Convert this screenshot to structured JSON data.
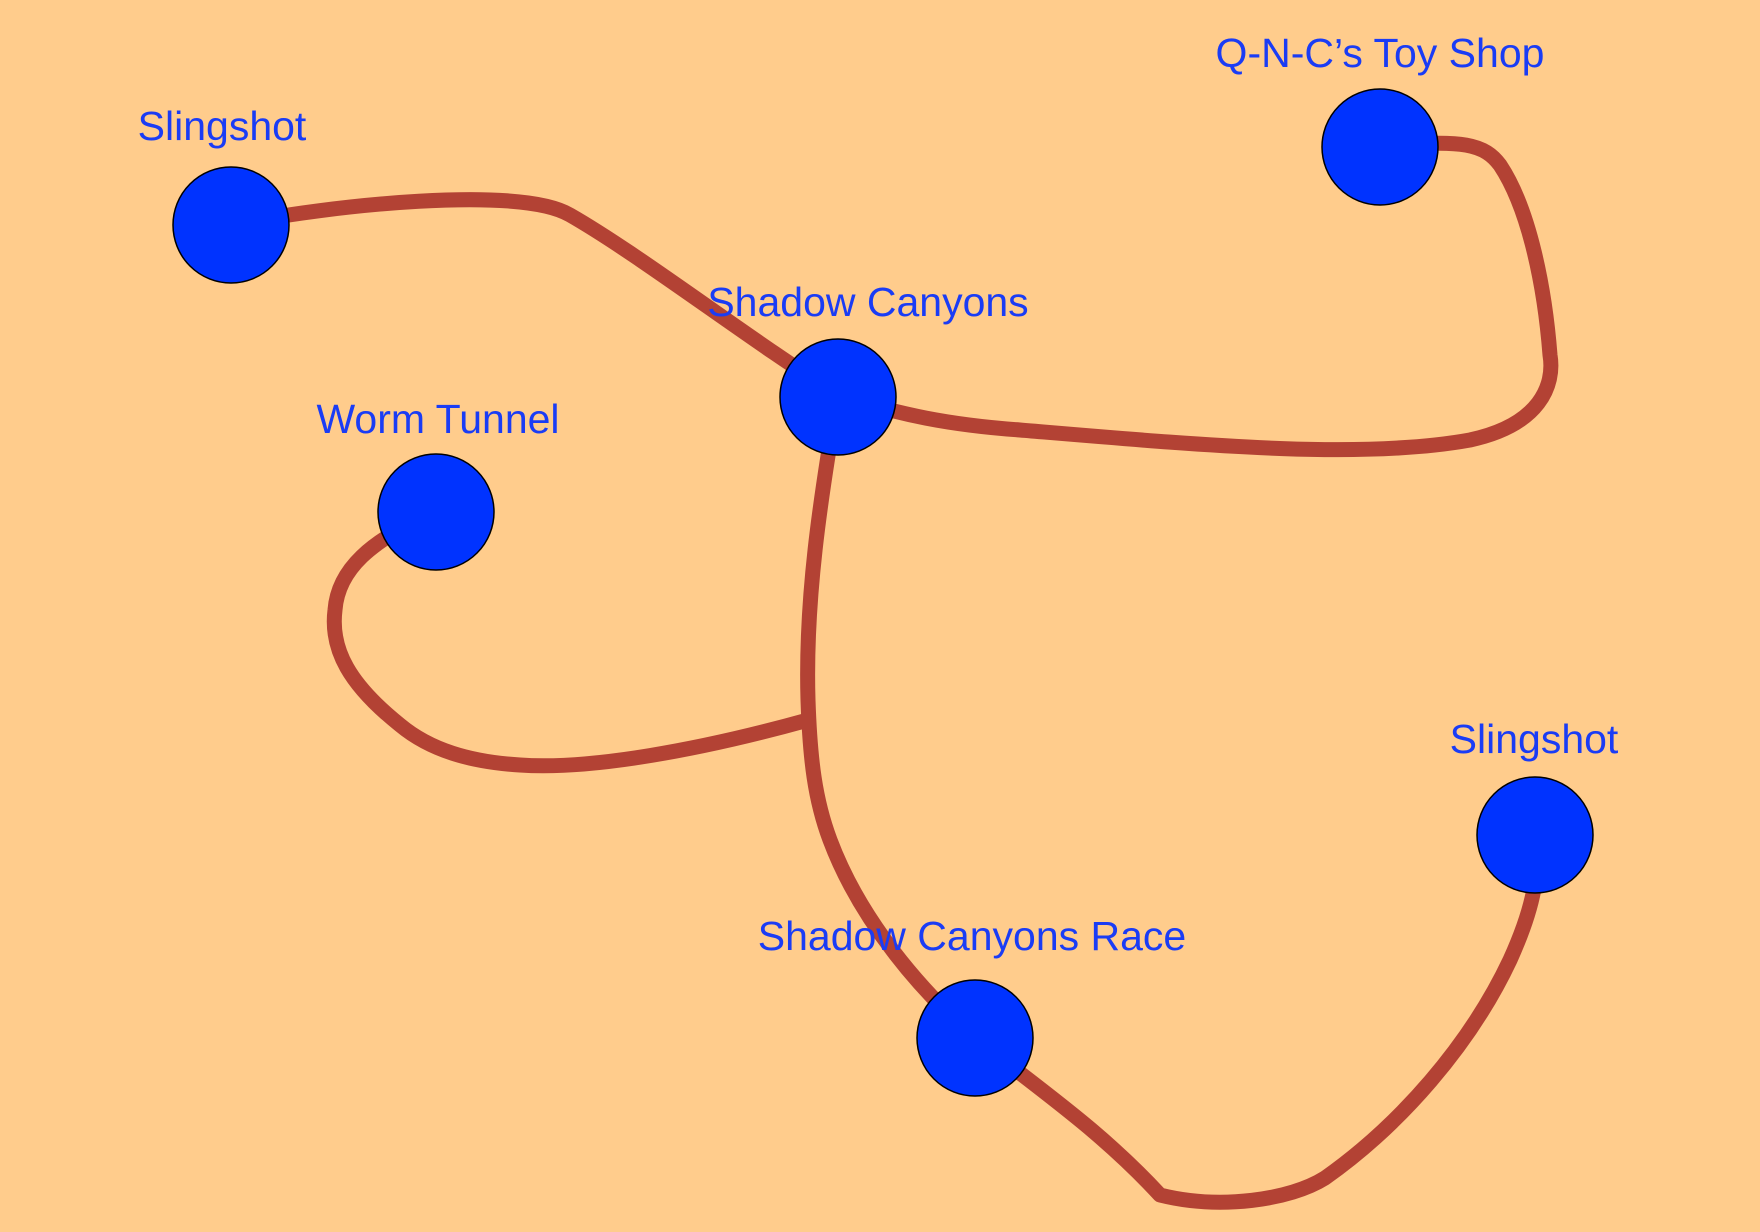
{
  "colors": {
    "background": "#ffcc8c",
    "path": "#b34234",
    "node": "#0033ff",
    "label": "#1a3cf5"
  },
  "locations": [
    {
      "id": "slingshot-1",
      "label": "Slingshot"
    },
    {
      "id": "qncs-toy-shop",
      "label": "Q-N-C’s Toy Shop"
    },
    {
      "id": "shadow-canyons",
      "label": "Shadow Canyons"
    },
    {
      "id": "worm-tunnel",
      "label": "Worm Tunnel"
    },
    {
      "id": "slingshot-2",
      "label": "Slingshot"
    },
    {
      "id": "shadow-canyons-race",
      "label": "Shadow Canyons Race"
    }
  ]
}
